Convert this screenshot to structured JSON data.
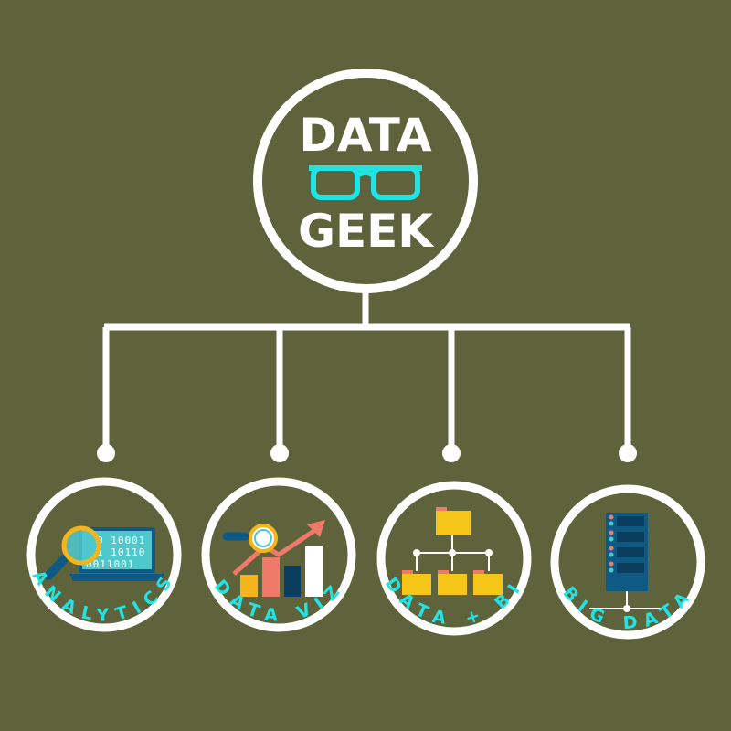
{
  "hub": {
    "line1": "DATA",
    "line2": "GEEK",
    "icon": "glasses-icon"
  },
  "nodes": [
    {
      "label": "ANALYTICS",
      "icon": "laptop-magnifier-icon",
      "binary": [
        "0 10001",
        "1 10110",
        "0011001"
      ]
    },
    {
      "label": "DATA VIZ",
      "icon": "bar-chart-trend-icon"
    },
    {
      "label": "DATA + BI",
      "icon": "folder-hierarchy-icon"
    },
    {
      "label": "BIG DATA",
      "icon": "server-rack-icon"
    }
  ],
  "colors": {
    "background": "#5e633c",
    "line": "#ffffff",
    "accent": "#22e3e3",
    "yellow": "#f5c518",
    "coral": "#ef7a6a",
    "navy": "#0f5a85"
  }
}
